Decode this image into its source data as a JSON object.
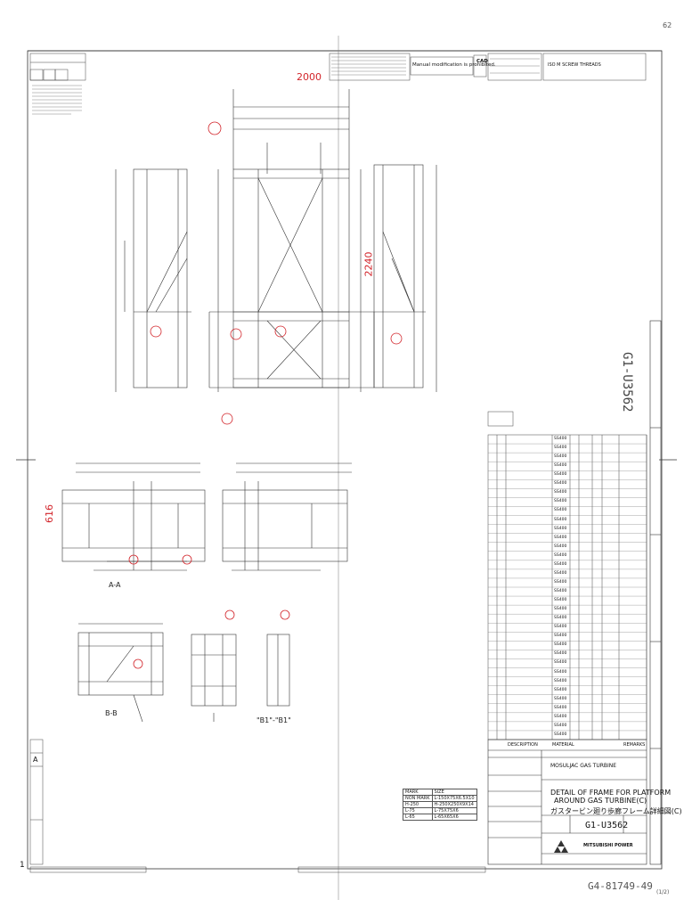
{
  "page_number": "62",
  "drawing_number": "G4-81749-49",
  "drawing_suffix": "(1/2)",
  "side_drawing_number": "G1-U3562",
  "header": {
    "manual_notice": "Manual modification is prohibited.",
    "cad_label": "CAD",
    "iso_note": "ISO M SCREW THREADS"
  },
  "title_block": {
    "project": "MOSULJAC GAS TURBINE",
    "title_line1": "DETAIL OF FRAME FOR PLATFORM",
    "title_line2": "AROUND GAS TURBINE(C)",
    "title_line3": "ガスタービン廻り歩廊フレーム詳細図(C)",
    "drawing_no": "G1-U3562",
    "company": "MITSUBISHI POWER"
  },
  "section_labels": [
    "A-A",
    "B-B",
    "\"B1\"-\"B1\""
  ],
  "red_annotations": [
    "2000",
    "2240",
    "616"
  ],
  "size_table": {
    "headers": [
      "MARK",
      "SIZE"
    ],
    "rows": [
      [
        "NON MARK",
        "L-150X75X6.5X10"
      ],
      [
        "H-250",
        "H-250X250X9X14"
      ],
      [
        "L-75",
        "L-75X75X6"
      ],
      [
        "L-65",
        "L-65X65X6"
      ]
    ]
  },
  "parts_list": {
    "headers": [
      "DESCRIPTION",
      "MATERIAL",
      "REMARKS"
    ],
    "material": "SS400",
    "row_count": 34
  },
  "left_margin": {
    "label_a": "A",
    "page_1": "1"
  },
  "colors": {
    "ink": "#333333",
    "markup_red": "#d2242a",
    "paper": "#ffffff"
  }
}
